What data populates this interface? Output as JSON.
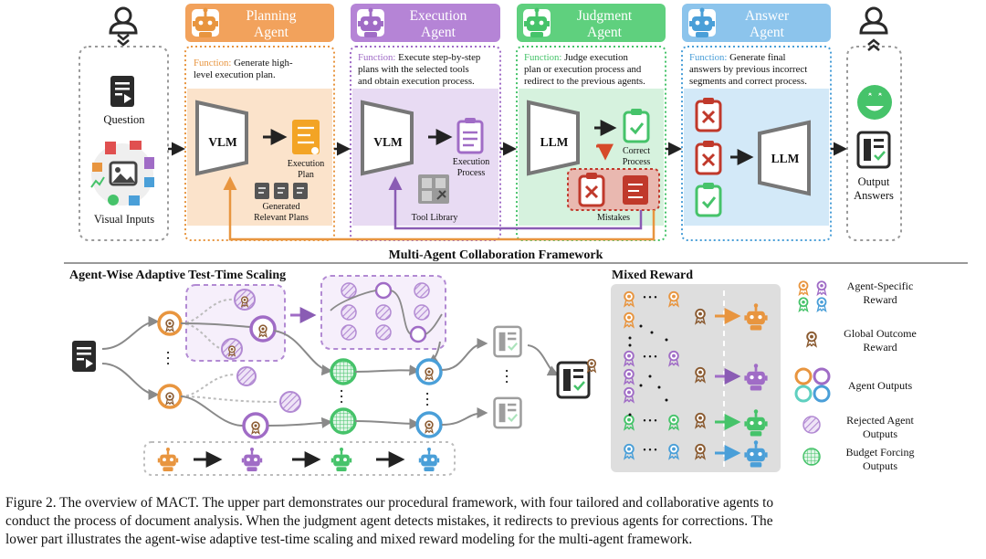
{
  "agents": {
    "planning": {
      "title": "Planning Agent",
      "title_line1": "Planning",
      "title_line2": "Agent",
      "function_label": "Function:",
      "function_line1": "Generate high-",
      "function_line2": "level execution plan.",
      "model": "VLM",
      "output_line1": "Execution",
      "output_line2": "Plan",
      "relevant_line1": "Generated",
      "relevant_line2": "Relevant Plans",
      "color": "#e8953f"
    },
    "execution": {
      "title": "Execution Agent",
      "title_line1": "Execution",
      "title_line2": "Agent",
      "function_label": "Function:",
      "function_line1": "Execute step-by-step",
      "function_line2": "plans with the selected tools",
      "function_line3": "and obtain execution process.",
      "model": "VLM",
      "output_line1": "Execution",
      "output_line2": "Process",
      "tool_library": "Tool Library",
      "color": "#a06cc6"
    },
    "judgment": {
      "title": "Judgment Agent",
      "title_line1": "Judgment",
      "title_line2": "Agent",
      "function_label": "Function:",
      "function_line1": "Judge execution",
      "function_line2": "plan or execution process and",
      "function_line3": "redirect to the previous agents.",
      "model": "LLM",
      "correct_line1": "Correct",
      "correct_line2": "Process",
      "mistakes": "Mistakes",
      "color": "#46c36a"
    },
    "answer": {
      "title": "Answer Agent",
      "title_line1": "Answer",
      "title_line2": "Agent",
      "function_label": "Function:",
      "function_line1": "Generate final",
      "function_line2": "answers by previous incorrect",
      "function_line3": "segments and correct process.",
      "model": "LLM",
      "color": "#4a9fd8"
    }
  },
  "inputs": {
    "question": "Question",
    "visual_inputs": "Visual Inputs"
  },
  "outputs": {
    "line1": "Output",
    "line2": "Answers"
  },
  "framework_title": "Multi-Agent Collaboration Framework",
  "scaling": {
    "title": "Agent-Wise Adaptive Test-Time Scaling",
    "ellipsis": "…"
  },
  "mixed_reward": {
    "title": "Mixed Reward",
    "dots": "• • •"
  },
  "legend": [
    {
      "line1": "Agent-Specific",
      "line2": "Reward",
      "icon": "ribbon-pair-icon"
    },
    {
      "line1": "Global Outcome",
      "line2": "Reward",
      "icon": "ribbon-icon"
    },
    {
      "line1": "Agent Outputs",
      "line2": "",
      "icon": "rings-icon"
    },
    {
      "line1": "Rejected Agent",
      "line2": "Outputs",
      "icon": "hatched-circle-icon"
    },
    {
      "line1": "Budget Forcing",
      "line2": "Outputs",
      "icon": "grid-circle-icon"
    }
  ],
  "caption": {
    "line1": "Figure 2. The overview of MACT. The upper part demonstrates our procedural framework, with four tailored and collaborative agents to",
    "line2": "conduct the process of document analysis. When the judgment agent detects mistakes, it redirects to previous agents for corrections. The",
    "line3": "lower part illustrates the agent-wise adaptive test-time scaling and mixed reward modeling for the multi-agent framework."
  },
  "colors": {
    "orange": "#e8953f",
    "purple": "#a06cc6",
    "green": "#46c36a",
    "blue": "#4a9fd8",
    "gray": "#8a8a8a",
    "dark": "#2a2a2a",
    "red": "#c0392b"
  }
}
